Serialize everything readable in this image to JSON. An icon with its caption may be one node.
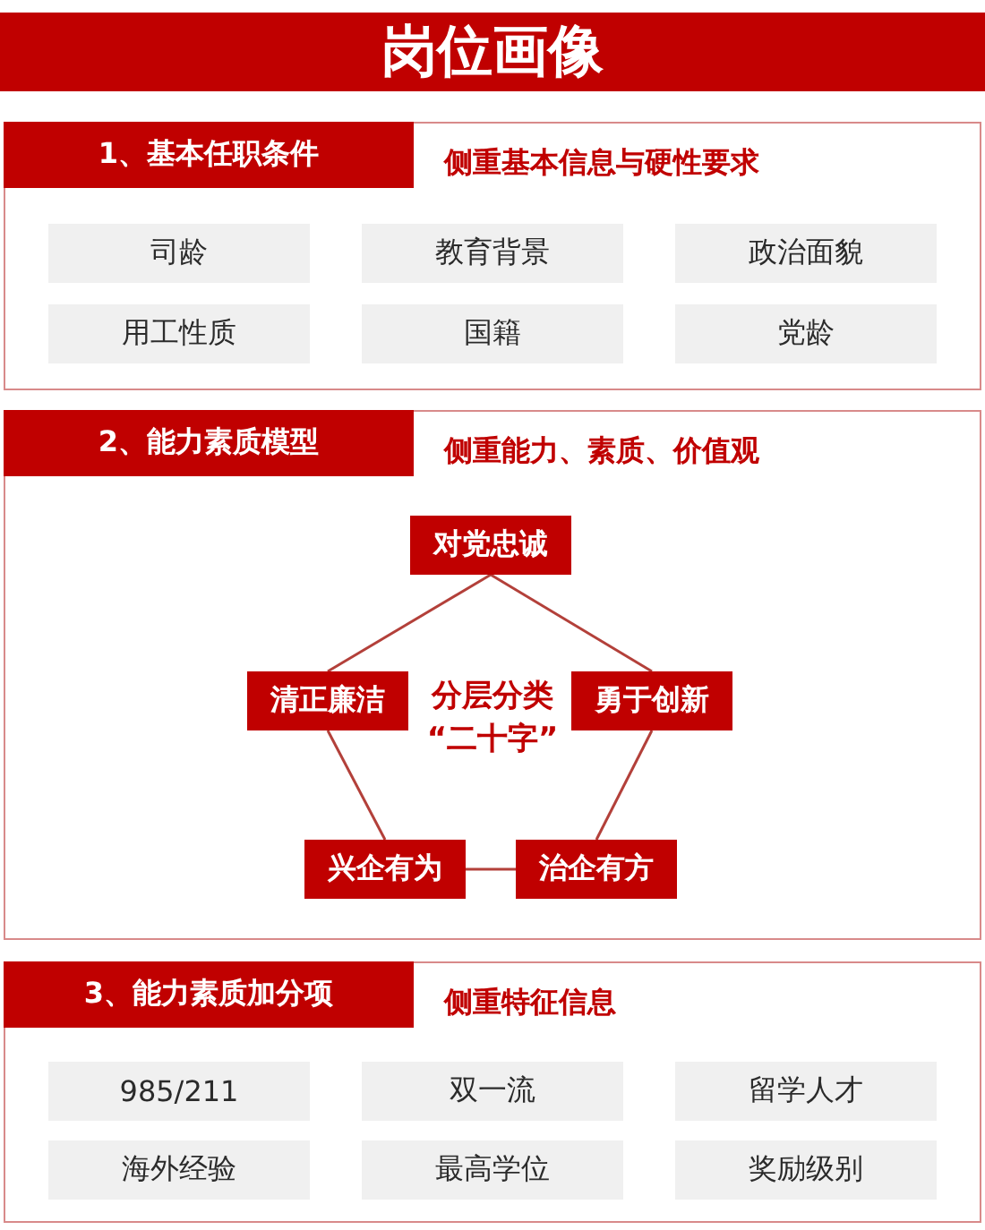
{
  "diagram": {
    "title": "岗位画像",
    "nodes": [
      {
        "text": [
          "1、基本任职条件",
          "侧重基本信息与硬性要求"
        ]
      },
      {
        "text": [
          "司龄"
        ],
        "in": 0
      },
      {
        "text": [
          "教育背景"
        ],
        "in": 0
      },
      {
        "text": [
          "政治面貌"
        ],
        "in": 0
      },
      {
        "text": [
          "用工性质"
        ],
        "in": 0
      },
      {
        "text": [
          "国籍"
        ],
        "in": 0
      },
      {
        "text": [
          "党龄"
        ],
        "in": 0
      },
      {
        "text": [
          "2、能力素质模型",
          "侧重能力、素质、价值观"
        ]
      },
      {
        "text": [
          "对党忠诚"
        ],
        "in": 7
      },
      {
        "text": [
          "清正廉洁"
        ],
        "in": 7
      },
      {
        "text": [
          "勇于创新"
        ],
        "in": 7
      },
      {
        "text": [
          "兴企有为"
        ],
        "in": 7
      },
      {
        "text": [
          "治企有方"
        ],
        "in": 7
      },
      {
        "text": [
          "3、能力素质加分项",
          "侧重特征信息"
        ]
      },
      {
        "text": [
          "985/211"
        ],
        "in": 13
      },
      {
        "text": [
          "双一流"
        ],
        "in": 13
      },
      {
        "text": [
          "留学人才"
        ],
        "in": 13
      },
      {
        "text": [
          "海外经验"
        ],
        "in": 13
      },
      {
        "text": [
          "最高学位"
        ],
        "in": 13
      },
      {
        "text": [
          "奖励级别"
        ],
        "in": 13
      }
    ],
    "edges": [
      {
        "from": 8,
        "to": 9,
        "arrow": "none"
      },
      {
        "from": 8,
        "to": 10,
        "arrow": "none"
      },
      {
        "from": 9,
        "to": 11,
        "arrow": "none"
      },
      {
        "from": 10,
        "to": 12,
        "arrow": "none"
      },
      {
        "from": 11,
        "to": 12,
        "arrow": "none"
      }
    ],
    "labels": [
      "分层分类“二十字”"
    ]
  }
}
